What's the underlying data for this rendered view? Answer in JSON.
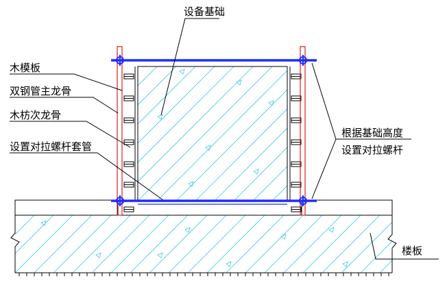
{
  "labels": {
    "equipment_foundation": "设备基础",
    "wood_formwork": "木模板",
    "double_steel_main_keel": "双钢管主龙骨",
    "timber_secondary_keel": "木枋次龙骨",
    "tie_bolt_sleeve": "设置对拉螺杆套管",
    "tie_bolt_by_height_line1": "根据基础高度",
    "tie_bolt_by_height_line2": "设置对拉螺杆",
    "floor_slab": "楼板"
  },
  "colors": {
    "line": "#000000",
    "steel_pipe": "#1f2cff",
    "formwork": "#d42020",
    "hatch": "#38c8e6"
  }
}
